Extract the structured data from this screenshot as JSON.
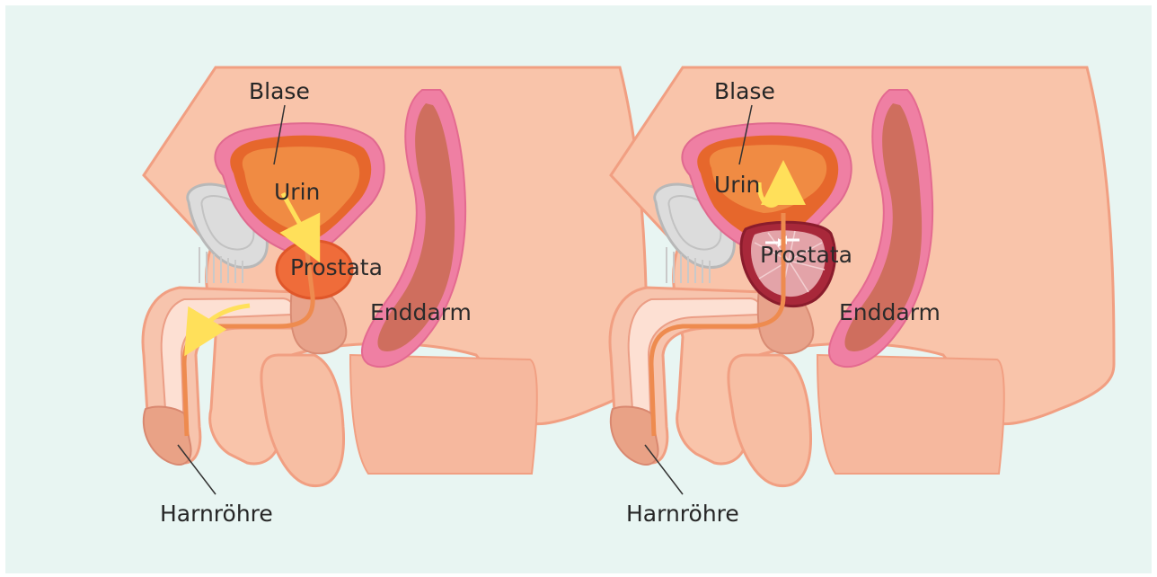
{
  "panels": [
    {
      "state": "normal",
      "labels": {
        "bladder": "Blase",
        "urine": "Urin",
        "prostate": "Prostata",
        "rectum": "Enddarm",
        "urethra": "Harnröhre"
      }
    },
    {
      "state": "enlarged",
      "labels": {
        "bladder": "Blase",
        "urine": "Urin",
        "prostate": "Prostata",
        "rectum": "Enddarm",
        "urethra": "Harnröhre"
      }
    }
  ],
  "colors": {
    "background": "#e8f5f2",
    "body": "#f9c4aa",
    "body_outline": "#f19f82",
    "bladder_wall": "#ef7fa3",
    "bladder_inner": "#e6672c",
    "urine": "#f08b43",
    "prostate_normal": "#ef6c3a",
    "prostate_enlarged": "#a8283a",
    "rectum": "#cf6e5e",
    "arrow": "#ffe05a"
  }
}
